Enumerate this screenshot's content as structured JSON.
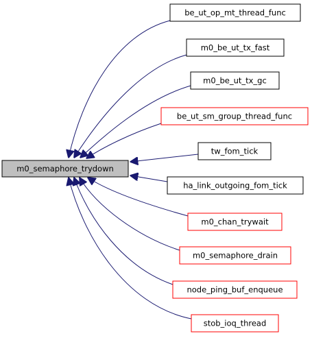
{
  "graph": {
    "root": {
      "label": "m0_semaphore_trydown",
      "fill": "#bfbfbf",
      "border": "#000000"
    },
    "edge_color": "#191970",
    "callers": [
      {
        "id": "be_ut_op_mt_thread_func",
        "label": "be_ut_op_mt_thread_func",
        "border": "#000000"
      },
      {
        "id": "m0_be_ut_tx_fast",
        "label": "m0_be_ut_tx_fast",
        "border": "#000000"
      },
      {
        "id": "m0_be_ut_tx_gc",
        "label": "m0_be_ut_tx_gc",
        "border": "#000000"
      },
      {
        "id": "be_ut_sm_group_thread_func",
        "label": "be_ut_sm_group_thread_func",
        "border": "#ff0000"
      },
      {
        "id": "tw_fom_tick",
        "label": "tw_fom_tick",
        "border": "#000000"
      },
      {
        "id": "ha_link_outgoing_fom_tick",
        "label": "ha_link_outgoing_fom_tick",
        "border": "#000000"
      },
      {
        "id": "m0_chan_trywait",
        "label": "m0_chan_trywait",
        "border": "#ff0000"
      },
      {
        "id": "m0_semaphore_drain",
        "label": "m0_semaphore_drain",
        "border": "#ff0000"
      },
      {
        "id": "node_ping_buf_enqueue",
        "label": "node_ping_buf_enqueue",
        "border": "#ff0000"
      },
      {
        "id": "stob_ioq_thread",
        "label": "stob_ioq_thread",
        "border": "#ff0000"
      }
    ]
  }
}
